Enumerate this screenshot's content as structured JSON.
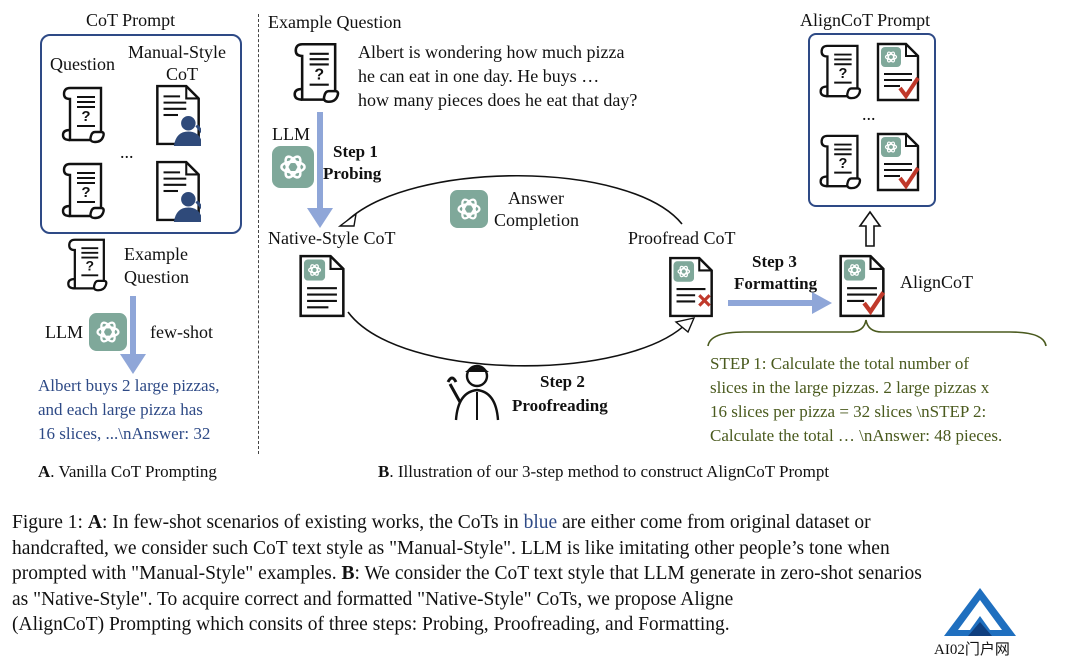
{
  "panel_a": {
    "title": "CoT Prompt",
    "question_label": "Question",
    "manual_label_1": "Manual-Style",
    "manual_label_2": "CoT",
    "ellipsis": "...",
    "example_1": "Example",
    "example_2": "Question",
    "llm": "LLM",
    "few_shot": "few-shot",
    "answer_lines": [
      "Albert buys 2 large pizzas,",
      "and each large pizza has",
      "16 slices, ...\\nAnswer: 32"
    ],
    "sublabel_letter": "A",
    "sublabel_text": ". Vanilla CoT Prompting"
  },
  "panel_b": {
    "example_title": "Example Question",
    "question_lines": [
      "Albert is wondering how much pizza",
      "he can eat in one day. He buys …",
      "how many pieces does he eat that day?"
    ],
    "llm": "LLM",
    "step1": "Step 1",
    "step1_name": "Probing",
    "answer_completion_1": "Answer",
    "answer_completion_2": "Completion",
    "native_label": "Native-Style CoT",
    "proofread_label": "Proofread CoT",
    "step2": "Step 2",
    "step2_name": "Proofreading",
    "step3": "Step 3",
    "step3_name": "Formatting",
    "aligncot": "AlignCoT",
    "aligncot_prompt": "AlignCoT Prompt",
    "prompt_ellipsis": "...",
    "step_text_lines": [
      "STEP 1: Calculate the total number of",
      "slices in the large pizzas. 2 large pizzas x",
      "16 slices per pizza = 32 slices \\nSTEP 2:",
      "Calculate the total … \\nAnswer: 48 pieces."
    ],
    "sublabel_letter": "B",
    "sublabel_text": ". Illustration of our 3-step method to construct AlignCoT Prompt"
  },
  "caption": {
    "fig": "Figure 1: ",
    "a": "A",
    "line1_pre": ": In few-shot scenarios of existing works, the CoTs in ",
    "blue_word": "blue",
    "line1_post": " are either come from original dataset or",
    "line2": "handcrafted, we consider such CoT text style as \"Manual-Style\". LLM is like imitating other people’s tone when",
    "line3_pre": "prompted with \"Manual-Style\" examples. ",
    "b": "B",
    "line3_post": ": We consider the CoT text style that LLM generate in zero-shot senarios",
    "line4": "as \"Native-Style\". To acquire correct and formatted \"Native-Style\" CoTs, we propose Aligne",
    "line5": "(AlignCoT) Prompting which consits of three steps: Probing, Proofreading, and Formatting."
  },
  "watermark": {
    "text": "AI02门户网"
  },
  "colors": {
    "accent_blue": "#2e4a86",
    "arrow_blue": "#8fa6d8",
    "gpt_green": "#7fa89a",
    "check_red": "#c0392b",
    "step_text": "#4a5a1e",
    "wm_blue": "#1f6fbf"
  }
}
